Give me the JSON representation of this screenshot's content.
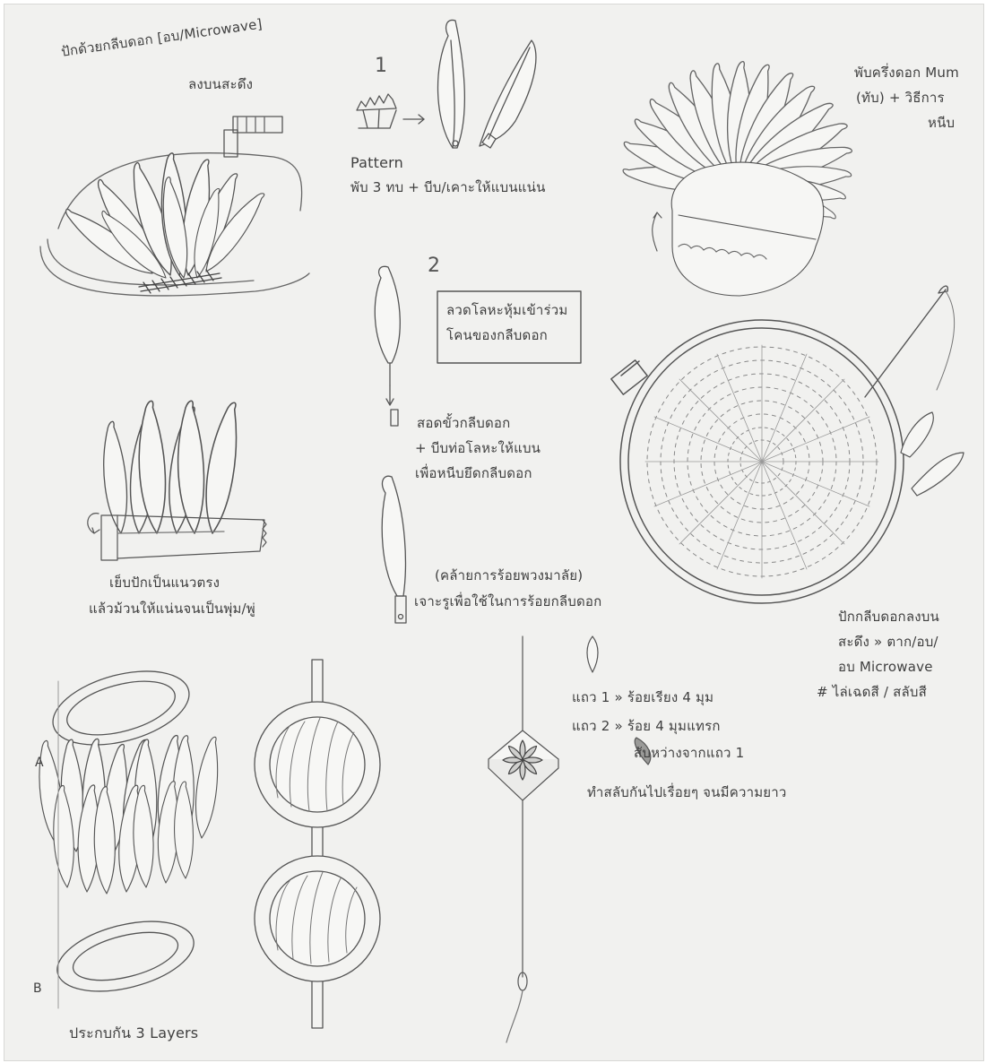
{
  "notes": {
    "top_left_title": "ปักด้วยกลีบดอก [อบ/Microwave]",
    "top_left_sub": "ลงบนสะดึง",
    "step1_number": "1",
    "pattern_label": "Pattern",
    "pattern_caption": "พับ 3 ทบ + บีบ/เคาะให้แบนแน่น",
    "step2_number": "2",
    "wire_box_line1": "ลวดโลหะหุ้มเข้าร่วม",
    "wire_box_line2": "โคนของกลีบดอก",
    "step2_text1": "สอดขั้วกลีบดอก",
    "step2_text2": "+ บีบท่อโลหะให้แบน",
    "step2_text3": "เพื่อหนีบยึดกลีบดอก",
    "step2_text4": "(คล้ายการร้อยพวงมาลัย)",
    "step2_text5": "เจาะรูเพื่อใช้ในการร้อยกลีบดอก",
    "top_right_title": "พับครึ่งดอก Mum",
    "top_right_sub1": "(ทับ) + วิธีการ",
    "top_right_sub2": "หนีบ",
    "row_caption1": "เย็บปักเป็นแนวตรง",
    "row_caption2": "แล้วม้วนให้แน่นจนเป็นพุ่ม/พู่",
    "hoop_caption1": "ปักกลีบดอกลงบน",
    "hoop_caption2": "สะดึง » ตาก/อบ/",
    "hoop_caption3": "อบ Microwave",
    "hoop_caption4": "# ไล่เฉดสี / สลับสี",
    "label_a": "A",
    "label_b": "B",
    "layers_caption": "ประกบกัน 3 Layers",
    "row1": "แถว 1 » ร้อยเรียง 4 มุม",
    "row2": "แถว 2 » ร้อย 4 มุมแทรก",
    "row2_sub": "สับหว่างจากแถว 1",
    "row_repeat": "ทำสลับกันไปเรื่อยๆ จนมีความยาว"
  },
  "icons": [
    "embroidery-hoop-icon",
    "needle-icon",
    "petal-icon",
    "flower-icon"
  ]
}
